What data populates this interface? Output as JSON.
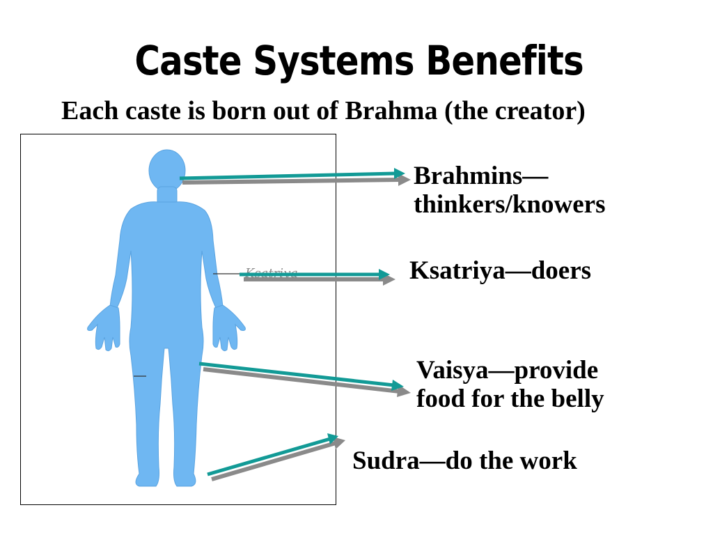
{
  "slide": {
    "title": "Caste Systems Benefits",
    "subtitle": "Each caste is born out of Brahma (the creator)"
  },
  "figure": {
    "description_icon": "human-body-icon",
    "body_color": "#6fb7f2",
    "handwritten_note": "Ksatriya"
  },
  "castes": [
    {
      "name": "Brahmins",
      "line1": "Brahmins—",
      "line2": "thinkers/knowers",
      "body_part": "head"
    },
    {
      "name": "Ksatriya",
      "line1": "Ksatriya—doers",
      "body_part": "arms"
    },
    {
      "name": "Vaisya",
      "line1": "Vaisya—provide",
      "line2": "food for the belly",
      "body_part": "thighs"
    },
    {
      "name": "Sudra",
      "line1": "Sudra—do the work",
      "body_part": "feet"
    }
  ],
  "colors": {
    "arrow_teal": "#129a96",
    "arrow_shadow": "#8a8a8a",
    "text": "#000000"
  }
}
